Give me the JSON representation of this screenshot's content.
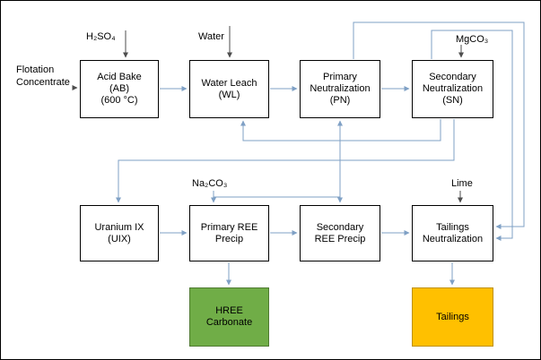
{
  "diagram": {
    "type": "process-flowsheet",
    "nodes": {
      "acid_bake": {
        "lines": [
          "Acid Bake",
          "(AB)",
          "(600 °C)"
        ]
      },
      "water_leach": {
        "lines": [
          "Water Leach",
          "(WL)"
        ]
      },
      "primary_neutralization": {
        "lines": [
          "Primary",
          "Neutralization",
          "(PN)"
        ]
      },
      "secondary_neutralization": {
        "lines": [
          "Secondary",
          "Neutralization",
          "(SN)"
        ]
      },
      "uranium_ix": {
        "lines": [
          "Uranium IX",
          "(UIX)"
        ]
      },
      "primary_ree_precip": {
        "lines": [
          "Primary REE",
          "Precip"
        ]
      },
      "secondary_ree_precip": {
        "lines": [
          "Secondary",
          "REE Precip"
        ]
      },
      "tailings_neutralization": {
        "lines": [
          "Tailings",
          "Neutralization"
        ]
      },
      "hree_carbonate": {
        "lines": [
          "HREE",
          "Carbonate"
        ]
      },
      "tailings": {
        "lines": [
          "Tailings"
        ]
      }
    },
    "inputs": {
      "flotation_concentrate": {
        "lines": [
          "Flotation",
          "Concentrate"
        ]
      },
      "h2so4": {
        "label": "H₂SO₄"
      },
      "water": {
        "label": "Water"
      },
      "mgco3": {
        "label": "MgCO₃"
      },
      "na2co3": {
        "label": "Na₂CO₃"
      },
      "lime": {
        "label": "Lime"
      }
    },
    "colors": {
      "box_border": "#000000",
      "box_fill": "#FFFFFF",
      "flow_line": "#7FA0C5",
      "reagent_line": "#4D4D4D",
      "hree_fill": "#70AD47",
      "hree_border": "#4F7A31",
      "tailings_fill": "#FFC000",
      "tailings_border": "#BF9000"
    }
  }
}
